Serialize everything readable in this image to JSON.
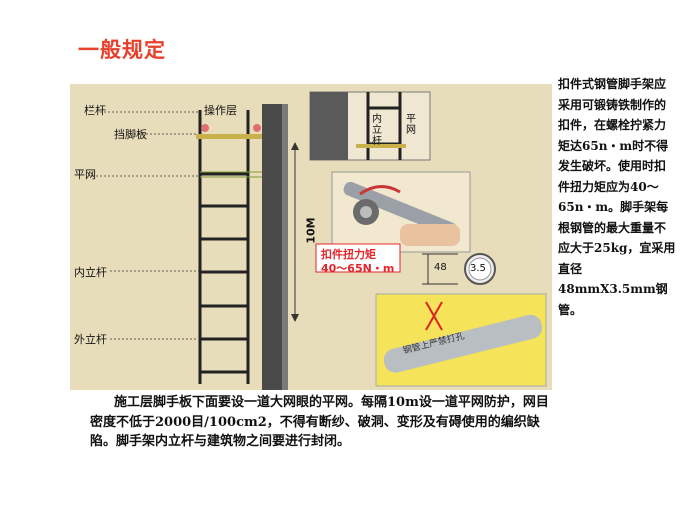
{
  "title": "一般规定",
  "figure": {
    "labels": {
      "railing": "栏杆",
      "work_layer": "操作层",
      "toe_board": "挡脚板",
      "flat_net": "平网",
      "inner_pole": "内立杆",
      "outer_pole": "外立杆",
      "height": "10M",
      "inset_inner_pole": "内立杆",
      "inset_flat_net": "平网",
      "torque_title": "扣件扭力矩",
      "torque_value": "40～65N・m",
      "dimension": "48",
      "diameter": "3.5",
      "pipe_text": "钢管上严禁打孔"
    }
  },
  "side_text": "扣件式钢管脚手架应采用可锻铸铁制作的扣件，在螺栓拧紧力矩达65n・m时不得发生破坏。使用时扣件扭力矩应为40～65n・m。脚手架每根钢管的最大重量不应大于25kg，宜采用直径48mmX3.5mm钢管。",
  "bottom_text": "施工层脚手板下面要设一道大网眼的平网。每隔10m设一道平网防护，网目密度不低于2000目/100cm2，不得有断纱、破洞、变形及有碍使用的编织缺陷。脚手架内立杆与建筑物之间要进行封闭。",
  "colors": {
    "title": "#e8412b",
    "figure_bg": "#e8ddba",
    "torque": "#e3262b"
  }
}
